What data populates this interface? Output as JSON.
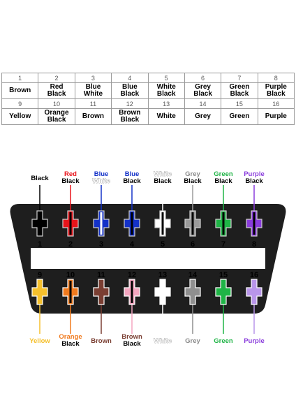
{
  "table": {
    "rows": [
      {
        "numbers": [
          "1",
          "2",
          "3",
          "4",
          "5",
          "6",
          "7",
          "8"
        ],
        "labels": [
          [
            "Brown"
          ],
          [
            "Red",
            "Black"
          ],
          [
            "Blue",
            "White"
          ],
          [
            "Blue",
            "Black"
          ],
          [
            "White",
            "Black"
          ],
          [
            "Grey",
            "Black"
          ],
          [
            "Green",
            "Black"
          ],
          [
            "Purple",
            "Black"
          ]
        ]
      },
      {
        "numbers": [
          "9",
          "10",
          "11",
          "12",
          "13",
          "14",
          "15",
          "16"
        ],
        "labels": [
          [
            "Yellow"
          ],
          [
            "Orange",
            "Black"
          ],
          [
            "Brown"
          ],
          [
            "Brown",
            "Black"
          ],
          [
            "White"
          ],
          [
            "Grey"
          ],
          [
            "Green"
          ],
          [
            "Purple"
          ]
        ]
      }
    ]
  },
  "connector": {
    "top_pins": [
      {
        "number": "1",
        "color": "#000000",
        "stripe": "#000000",
        "labels": [
          {
            "text": "Black",
            "color": "#000000"
          }
        ]
      },
      {
        "number": "2",
        "color": "#e8141b",
        "stripe": "#000000",
        "labels": [
          {
            "text": "Red",
            "color": "#e8141b"
          },
          {
            "text": "Black",
            "color": "#000000"
          }
        ]
      },
      {
        "number": "3",
        "color": "#1432c8",
        "stripe": "#ffffff",
        "labels": [
          {
            "text": "Blue",
            "color": "#1432c8"
          },
          {
            "text": "White",
            "color": "#ffffff"
          }
        ]
      },
      {
        "number": "4",
        "color": "#1432c8",
        "stripe": "#000000",
        "labels": [
          {
            "text": "Blue",
            "color": "#1432c8"
          },
          {
            "text": "Black",
            "color": "#000000"
          }
        ]
      },
      {
        "number": "5",
        "color": "#ffffff",
        "stripe": "#000000",
        "labels": [
          {
            "text": "White",
            "color": "#ffffff"
          },
          {
            "text": "Black",
            "color": "#000000"
          }
        ]
      },
      {
        "number": "6",
        "color": "#9a9a9a",
        "stripe": "#000000",
        "labels": [
          {
            "text": "Grey",
            "color": "#8a8a8a"
          },
          {
            "text": "Black",
            "color": "#000000"
          }
        ]
      },
      {
        "number": "7",
        "color": "#1fb446",
        "stripe": "#000000",
        "labels": [
          {
            "text": "Green",
            "color": "#1fb446"
          },
          {
            "text": "Black",
            "color": "#000000"
          }
        ]
      },
      {
        "number": "8",
        "color": "#8a3cdc",
        "stripe": "#000000",
        "labels": [
          {
            "text": "Purple",
            "color": "#8a3cdc"
          },
          {
            "text": "Black",
            "color": "#000000"
          }
        ]
      }
    ],
    "bottom_pins": [
      {
        "number": "9",
        "color": "#f5c02d",
        "stripe": "",
        "labels": [
          {
            "text": "Yellow",
            "color": "#f5c02d"
          }
        ]
      },
      {
        "number": "10",
        "color": "#f07a1e",
        "stripe": "#000000",
        "labels": [
          {
            "text": "Orange",
            "color": "#f07a1e"
          },
          {
            "text": "Black",
            "color": "#000000"
          }
        ]
      },
      {
        "number": "11",
        "color": "#7a3e32",
        "stripe": "",
        "labels": [
          {
            "text": "Brown",
            "color": "#7a3e32"
          }
        ]
      },
      {
        "number": "12",
        "color": "#f4a6c0",
        "stripe": "#000000",
        "labels": [
          {
            "text": "Brown",
            "color": "#7a3e32"
          },
          {
            "text": "Black",
            "color": "#000000"
          }
        ]
      },
      {
        "number": "13",
        "color": "#ffffff",
        "stripe": "",
        "labels": [
          {
            "text": "White",
            "color": "#ffffff"
          }
        ]
      },
      {
        "number": "14",
        "color": "#8f8f8f",
        "stripe": "",
        "labels": [
          {
            "text": "Grey",
            "color": "#8a8a8a"
          }
        ]
      },
      {
        "number": "15",
        "color": "#1fb446",
        "stripe": "",
        "labels": [
          {
            "text": "Green",
            "color": "#1fb446"
          }
        ]
      },
      {
        "number": "16",
        "color": "#b996ea",
        "stripe": "",
        "labels": [
          {
            "text": "Purple",
            "color": "#8a3cdc"
          }
        ]
      }
    ]
  }
}
